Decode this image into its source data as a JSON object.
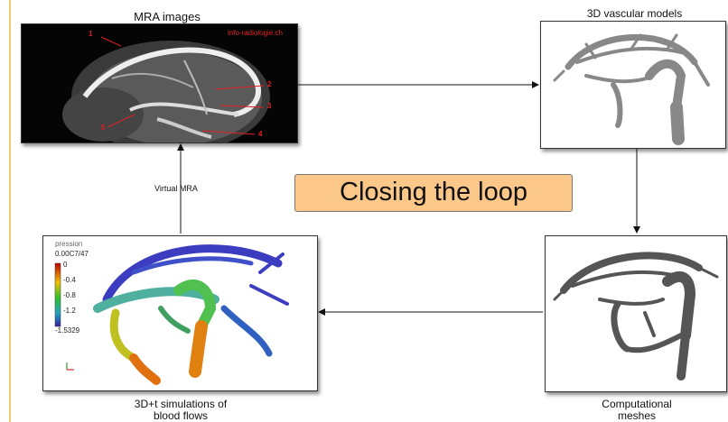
{
  "nodes": {
    "mra": {
      "caption": "MRA images",
      "watermark": "info-radiologie.ch",
      "markers": [
        "1",
        "2",
        "3",
        "4",
        "5"
      ]
    },
    "models3d": {
      "caption": "3D vascular models"
    },
    "meshes": {
      "caption_line1": "Computational",
      "caption_line2": "meshes"
    },
    "simulation": {
      "caption_line1": "3D+t simulations of",
      "caption_line2": "blood flows",
      "colorbar": {
        "title": "pression",
        "max": "0.00C7/47",
        "ticks": [
          "0",
          "-0.4",
          "-0.8",
          "-1.2"
        ],
        "min": "-1.5329"
      }
    }
  },
  "edges": {
    "virtual_mra_label": "Virtual MRA"
  },
  "banner": {
    "text": "Closing the loop"
  },
  "colors": {
    "banner_bg": "#fcc88a",
    "marker_red": "#e02020",
    "accent_line": "#f2c87a"
  }
}
